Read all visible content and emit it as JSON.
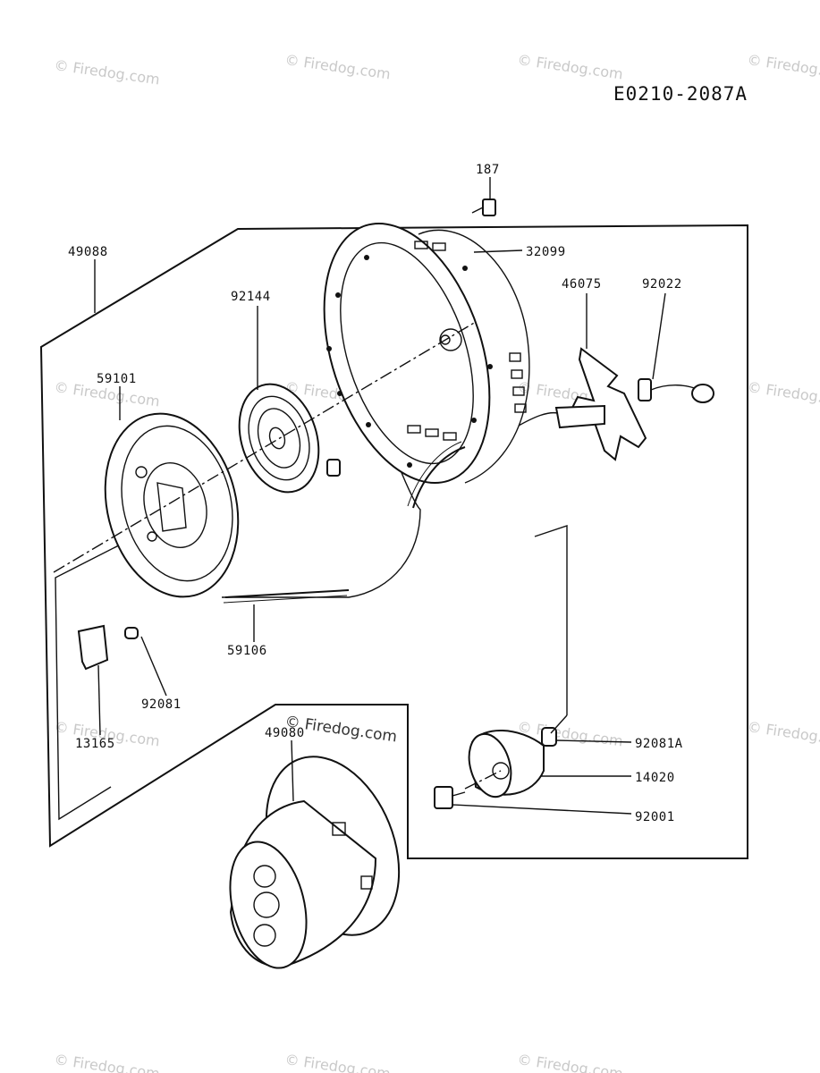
{
  "diagram_code": "E0210-2087A",
  "watermark": "© Firedog.com",
  "parts": [
    {
      "id": "p187",
      "number": "187"
    },
    {
      "id": "p49088",
      "number": "49088"
    },
    {
      "id": "p32099",
      "number": "32099"
    },
    {
      "id": "p92144",
      "number": "92144"
    },
    {
      "id": "p46075",
      "number": "46075"
    },
    {
      "id": "p92022",
      "number": "92022"
    },
    {
      "id": "p59101",
      "number": "59101"
    },
    {
      "id": "p59106",
      "number": "59106"
    },
    {
      "id": "p92081",
      "number": "92081"
    },
    {
      "id": "p13165",
      "number": "13165"
    },
    {
      "id": "p49080",
      "number": "49080"
    },
    {
      "id": "p92081A",
      "number": "92081A"
    },
    {
      "id": "p14020",
      "number": "14020"
    },
    {
      "id": "p92001",
      "number": "92001"
    }
  ]
}
